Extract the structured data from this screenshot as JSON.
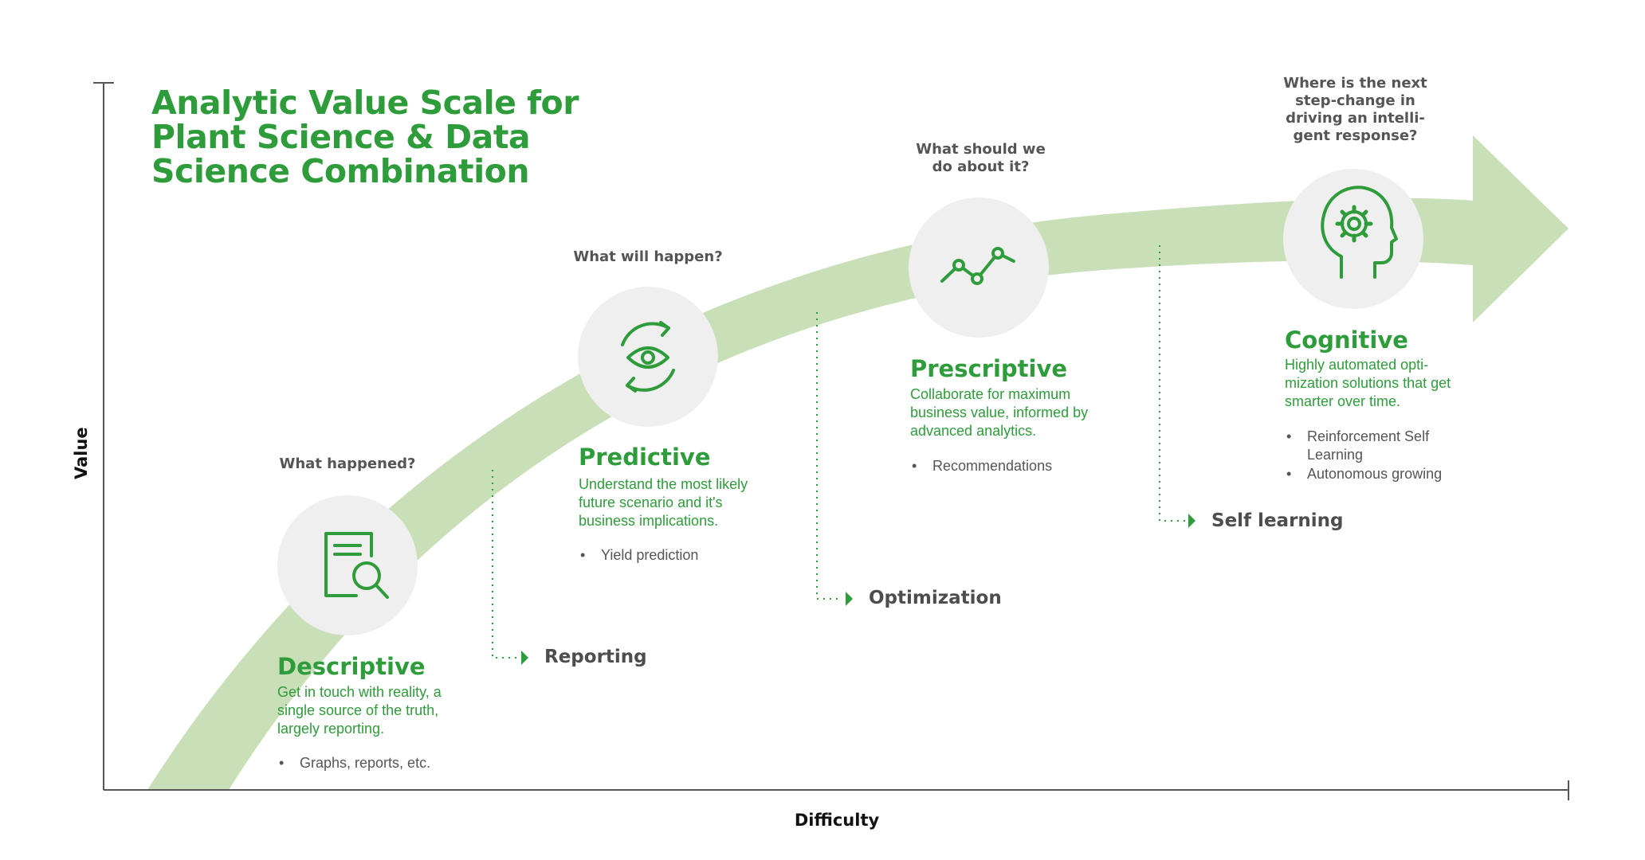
{
  "title": "Analytic Value Scale for Plant Science & Data Science Combination",
  "axes": {
    "x_label": "Difficulty",
    "y_label": "Value"
  },
  "colors": {
    "accent_green": "#2e9c3a",
    "arrow_green": "#c9dfb8",
    "circle_fill": "#efefef",
    "text_gray": "#555555"
  },
  "stages": [
    {
      "question": "What happened?",
      "name": "Descriptive",
      "description": "Get in touch with reality, a single source of the truth, largely reporting.",
      "bullets": [
        "Graphs, reports, etc."
      ],
      "icon": "document-search-icon"
    },
    {
      "question": "What will happen?",
      "name": "Predictive",
      "description": "Understand the most likely future scenario and it's business implications.",
      "bullets": [
        "Yield prediction"
      ],
      "icon": "eye-cycle-icon"
    },
    {
      "question": "What should we do about it?",
      "name": "Prescriptive",
      "description": "Collaborate for maximum business value, informed by advanced analytics.",
      "bullets": [
        "Recommendations"
      ],
      "icon": "line-trend-icon"
    },
    {
      "question": "Where is the next step-change in driving an intelli-gent response?",
      "name": "Cognitive",
      "description": "Highly automated opti-mization solutions that get smarter over time.",
      "bullets": [
        "Reinforcement Self Learning",
        "Autonomous growing"
      ],
      "icon": "head-gear-icon"
    }
  ],
  "milestones": [
    "Reporting",
    "Optimization",
    "Self learning"
  ]
}
